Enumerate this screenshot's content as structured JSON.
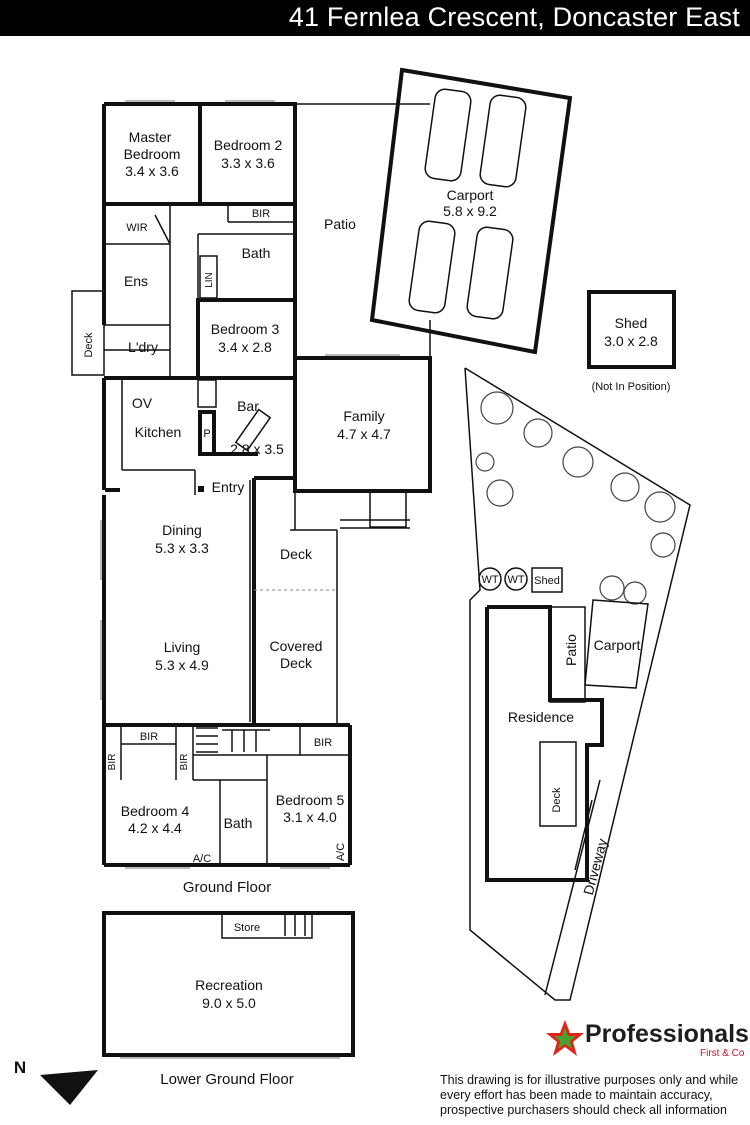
{
  "header": {
    "address": "41 Fernlea Crescent, Doncaster East"
  },
  "ground_floor": {
    "title": "Ground Floor",
    "rooms": {
      "master_bedroom": {
        "name": "Master\nBedroom",
        "size": "3.4 x 3.6"
      },
      "bedroom2": {
        "name": "Bedroom 2",
        "size": "3.3 x 3.6"
      },
      "bedroom3": {
        "name": "Bedroom 3",
        "size": "3.4 x 2.8"
      },
      "bedroom4": {
        "name": "Bedroom 4",
        "size": "4.2 x 4.4"
      },
      "bedroom5": {
        "name": "Bedroom 5",
        "size": "3.1 x 4.0"
      },
      "bar": {
        "name": "Bar",
        "size": "2.8 x 3.5"
      },
      "family": {
        "name": "Family",
        "size": "4.7 x 4.7"
      },
      "dining": {
        "name": "Dining",
        "size": "5.3 x 3.3"
      },
      "living": {
        "name": "Living",
        "size": "5.3 x 4.9"
      },
      "carport": {
        "name": "Carport",
        "size": "5.8 x 9.2"
      },
      "shed": {
        "name": "Shed",
        "size": "3.0 x 2.8",
        "note": "(Not In Position)"
      }
    },
    "labels": {
      "wir": "WIR",
      "ens": "Ens",
      "bir": "BIR",
      "bath": "Bath",
      "lin": "LIN",
      "laundry": "L'dry",
      "deck": "Deck",
      "kitchen": "Kitchen",
      "ov": "OV",
      "pantry": "P",
      "entry": "Entry",
      "patio": "Patio",
      "covered_deck_1": "Covered",
      "covered_deck_2": "Deck",
      "ac": "A/C"
    }
  },
  "lower_floor": {
    "title": "Lower Ground Floor",
    "store": "Store",
    "recreation": {
      "name": "Recreation",
      "size": "9.0 x 5.0"
    }
  },
  "site_plan": {
    "wt": "WT",
    "shed": "Shed",
    "patio": "Patio",
    "carport": "Carport",
    "residence": "Residence",
    "deck": "Deck",
    "driveway": "Driveway"
  },
  "north": "N",
  "logo": {
    "brand": "Professionals",
    "sub": "First & Co"
  },
  "disclaimer": "This drawing is for illustrative purposes only and while every effort has been made to maintain accuracy, prospective purchasers should check all information"
}
